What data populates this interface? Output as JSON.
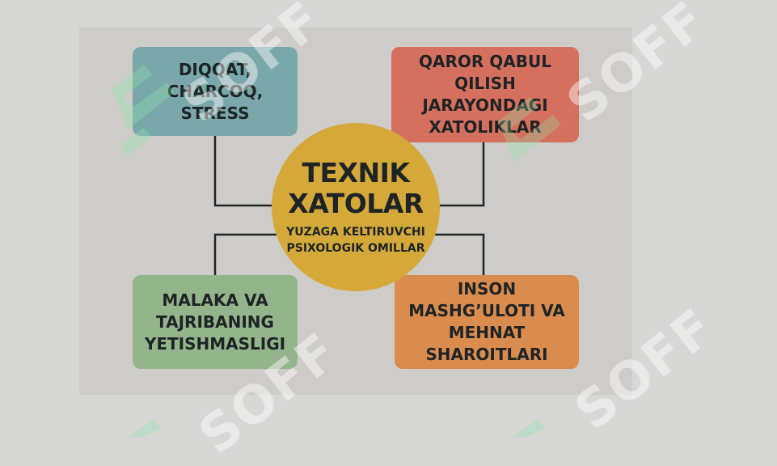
{
  "diagram": {
    "center": {
      "title": "TEXNIK\nXATOLAR",
      "subtitle": "YUZAGA KELTIRUVCHI\nPSIXOLOGIK OMILLAR"
    },
    "boxes": {
      "top_left": "DIQQAT,\nCHARCOQ, STRESS",
      "top_right": "QAROR QABUL\nQILISH JARAYONDAGI\nXATOLIKLAR",
      "bottom_left": "MALAKA VA\nTAJRIBANING\nYETISHMASLIGI",
      "bottom_right": "INSON\nMASHG’ULOTI VA\nMEHNAT SHAROITLARI"
    },
    "colors": {
      "background": "#d7d7d6",
      "panel": "#ceccc8",
      "center": "#d4a93a",
      "top_left": "#7aa7aa",
      "top_right": "#d6705e",
      "bottom_left": "#94b48c",
      "bottom_right": "#d98c4d",
      "connector": "#1e2326"
    }
  },
  "watermark": {
    "text": "SOFF"
  }
}
